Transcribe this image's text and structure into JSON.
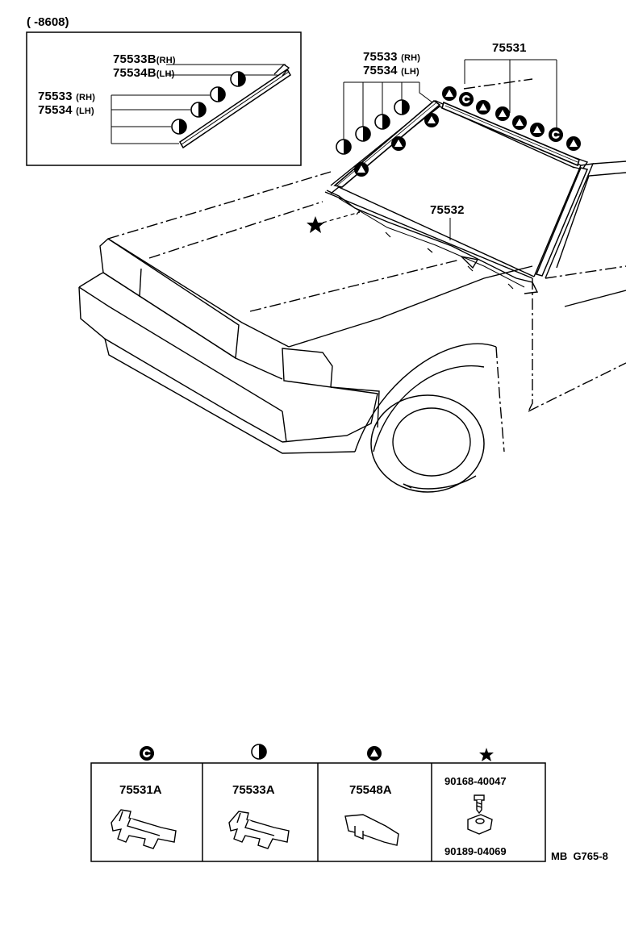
{
  "inset": {
    "date_range": "(      -8608)",
    "labels": [
      {
        "part": "75533B",
        "side": "(RH)"
      },
      {
        "part": "75534B",
        "side": "(LH)"
      },
      {
        "part": "75533",
        "side": "(RH)"
      },
      {
        "part": "75534",
        "side": "(LH)"
      }
    ]
  },
  "main": {
    "pillar_labels": [
      {
        "part": "75533",
        "side": "(RH)"
      },
      {
        "part": "75534",
        "side": "(LH)"
      }
    ],
    "roof_part": "75531",
    "cowl_part": "75532"
  },
  "legend": {
    "cells": [
      {
        "symbol": "c-clip-icon",
        "part": "75531A"
      },
      {
        "symbol": "half-circle-icon",
        "part": "75533A"
      },
      {
        "symbol": "triangle-circle-icon",
        "part": "75548A"
      },
      {
        "symbol": "star-icon",
        "part_top": "90168-40047",
        "part_bottom": "90189-04069"
      }
    ]
  },
  "drawing_ref": "MB  G765-8"
}
